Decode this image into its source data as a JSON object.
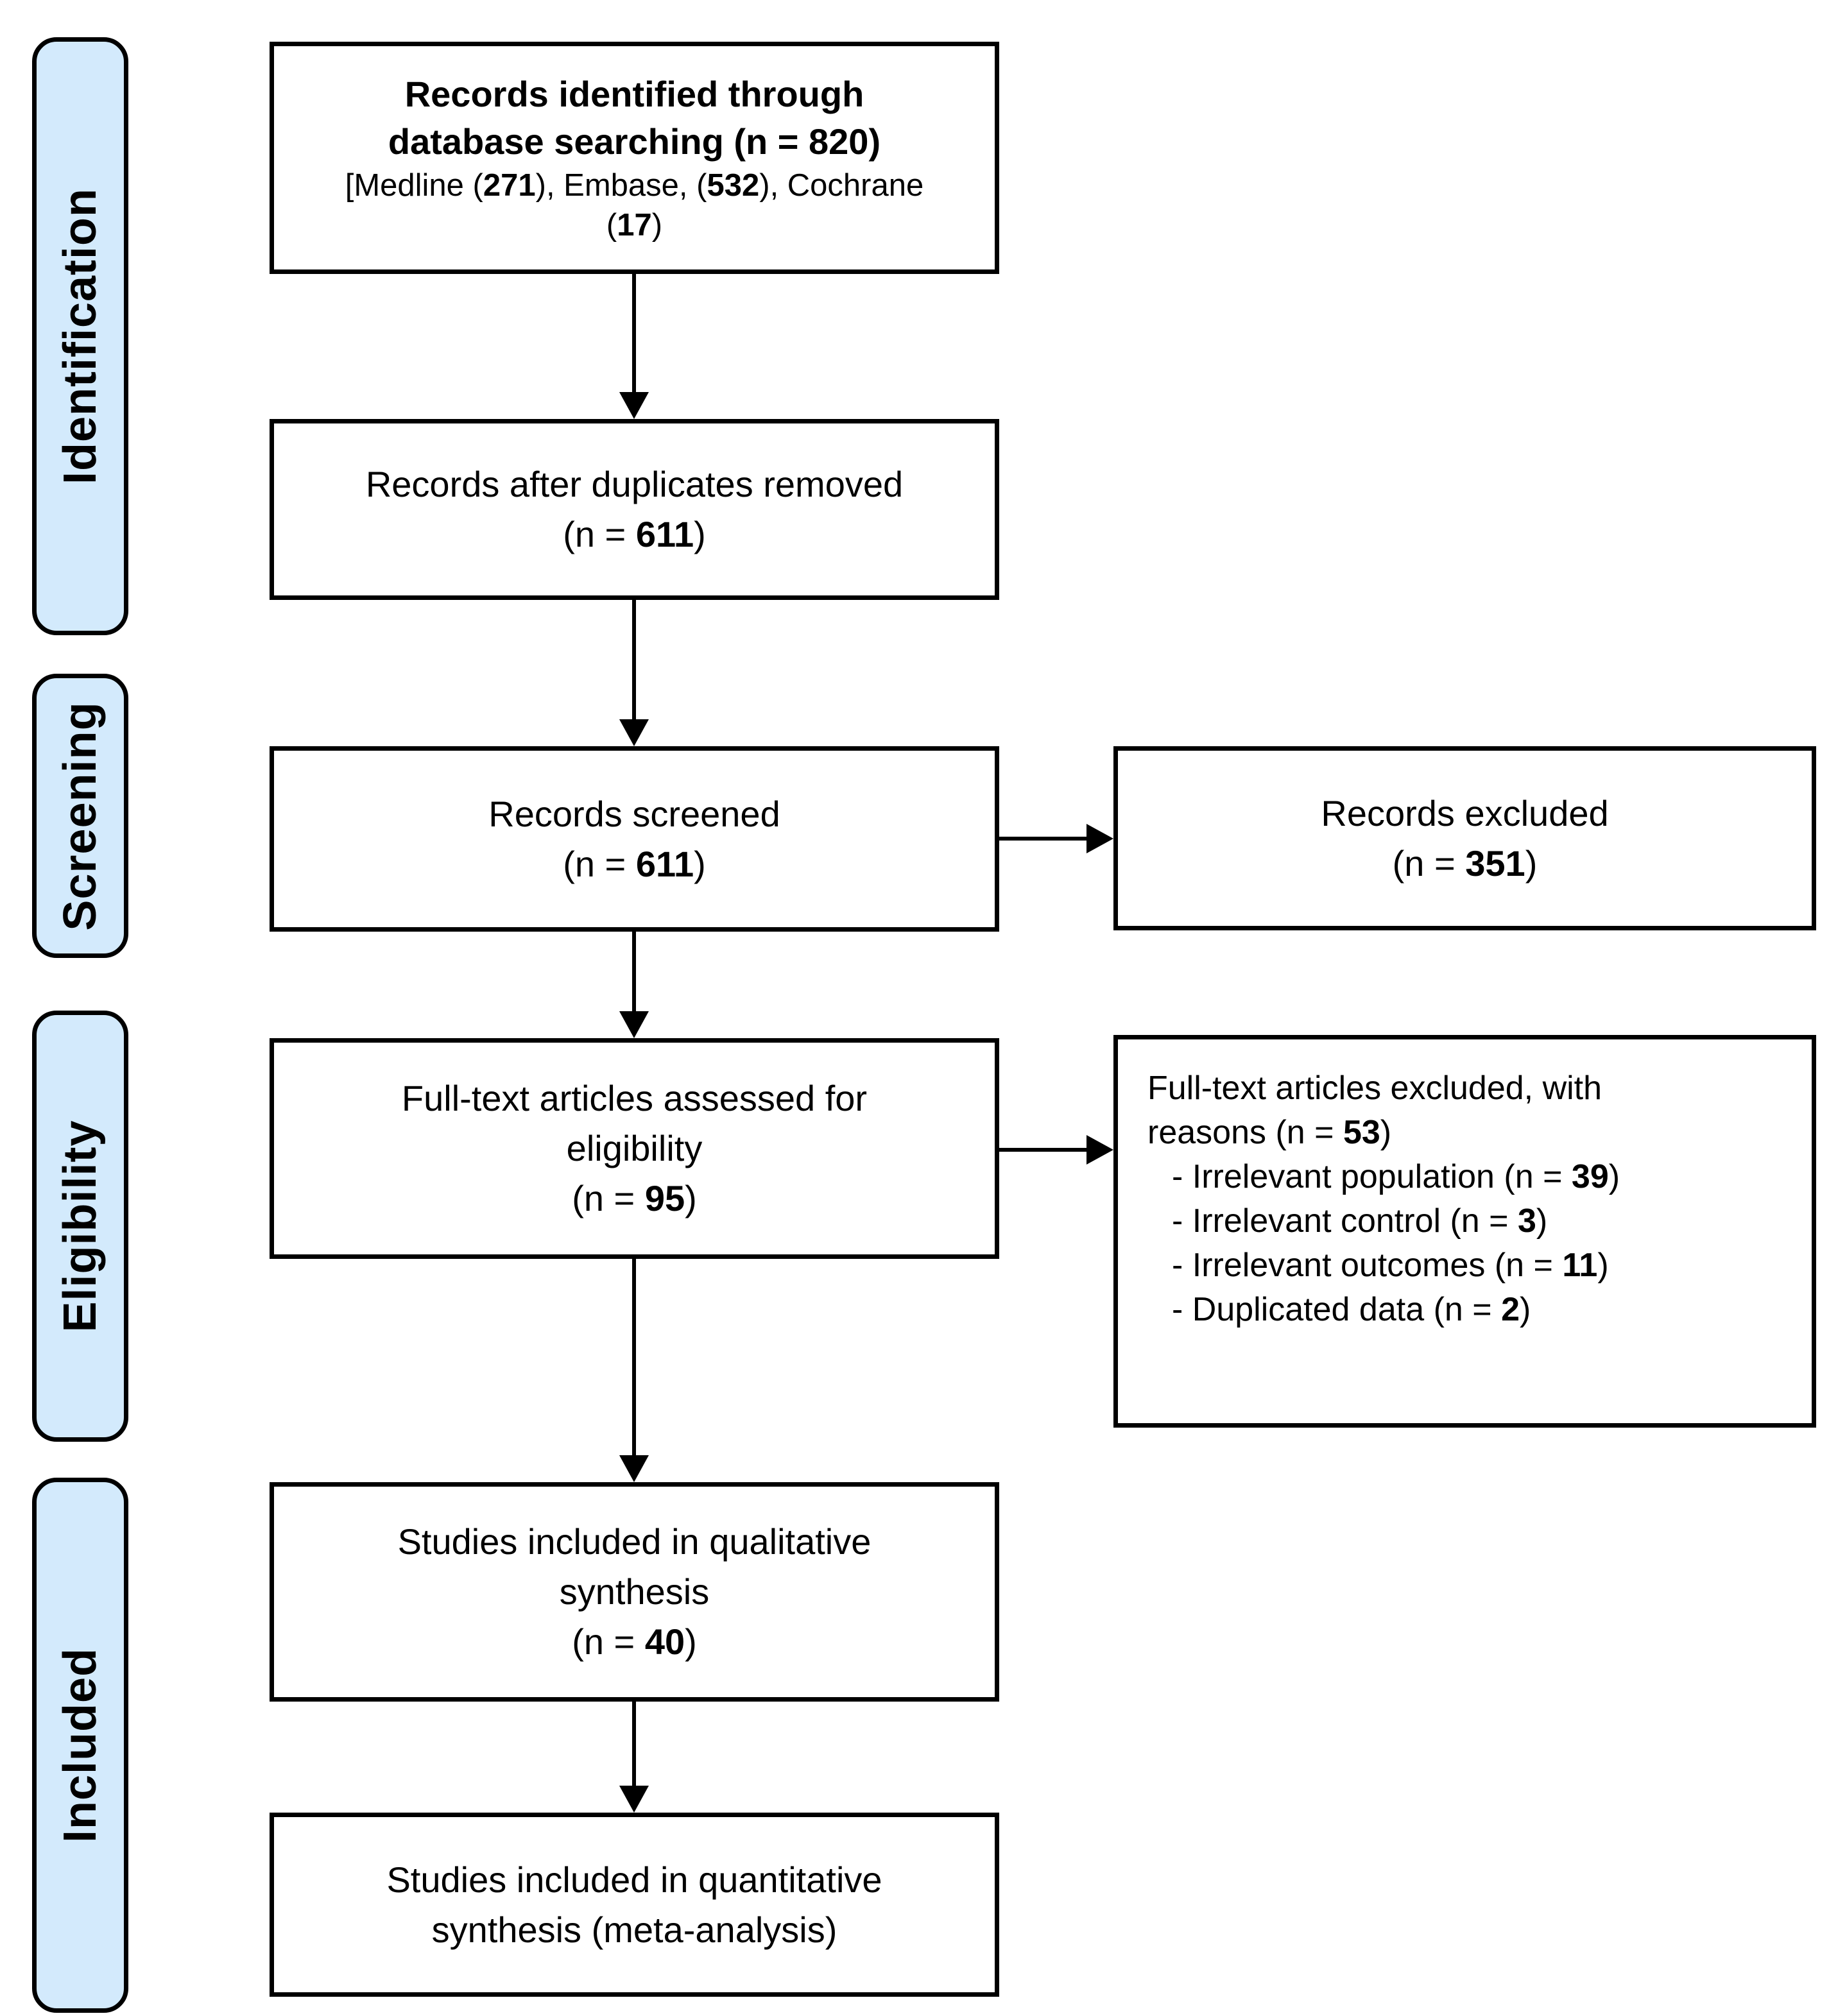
{
  "colors": {
    "sidebar_fill": "#d3eafc",
    "border": "#000000",
    "box_fill": "#ffffff"
  },
  "sidebar": [
    {
      "label": "Identification"
    },
    {
      "label": "Screening"
    },
    {
      "label": "Eligibility"
    },
    {
      "label": "Included"
    }
  ],
  "flow": {
    "identified": {
      "title_line1": "Records identified through",
      "title_line2": "database searching (n = 820)",
      "sub1_parts": [
        "[Medline (",
        "271",
        "), Embase, (",
        "532",
        "), Cochrane"
      ],
      "sub2_parts": [
        "(",
        "17",
        ")"
      ]
    },
    "duplicates_removed": {
      "line1": "Records after duplicates removed",
      "n_pre": "(n = ",
      "n_val": "611",
      "n_post": ")"
    },
    "screened": {
      "line1": "Records screened",
      "n_pre": "(n = ",
      "n_val": "611",
      "n_post": ")"
    },
    "records_excluded": {
      "line1": "Records excluded",
      "n_pre": "(n = ",
      "n_val": "351",
      "n_post": ")"
    },
    "fulltext_assessed": {
      "line1": "Full-text articles assessed for",
      "line2": "eligibility",
      "n_pre": "(n = ",
      "n_val": "95",
      "n_post": ")"
    },
    "fulltext_excluded": {
      "heading_line1": "Full-text articles excluded, with",
      "heading2_pre": "reasons (n = ",
      "heading2_val": "53",
      "heading2_post": ")",
      "items": [
        {
          "pre": "- Irrelevant population (n = ",
          "val": "39",
          "post": ")"
        },
        {
          "pre": "- Irrelevant control (n = ",
          "val": "3",
          "post": ")"
        },
        {
          "pre": "- Irrelevant outcomes (n = ",
          "val": "11",
          "post": ")"
        },
        {
          "pre": "- Duplicated data (n = ",
          "val": "2",
          "post": ")"
        }
      ]
    },
    "qualitative": {
      "line1": "Studies included in qualitative",
      "line2": "synthesis",
      "n_pre": "(n = ",
      "n_val": "40",
      "n_post": ")"
    },
    "quantitative": {
      "line1": "Studies included in quantitative",
      "line2": "synthesis (meta-analysis)"
    }
  }
}
